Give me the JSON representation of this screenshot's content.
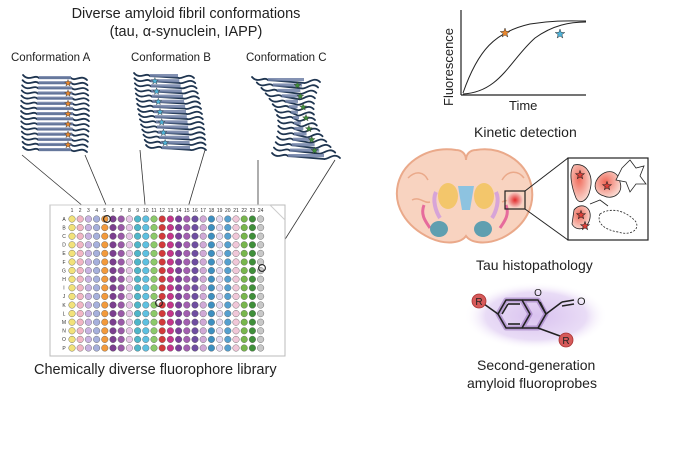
{
  "title": "Diverse amyloid fibril conformations",
  "subtitle": "(tau, α-synuclein, IAPP)",
  "conformations": [
    {
      "label": "Conformation A",
      "color": "#e8872e"
    },
    {
      "label": "Conformation B",
      "color": "#4fb3d9"
    },
    {
      "label": "Conformation C",
      "color": "#3f8f3a"
    }
  ],
  "plate": {
    "label": "Chemically diverse fluorophore library",
    "rows": [
      "A",
      "B",
      "C",
      "D",
      "E",
      "F",
      "G",
      "H",
      "I",
      "J",
      "K",
      "L",
      "M",
      "N",
      "O",
      "P"
    ],
    "columns": [
      "1",
      "2",
      "3",
      "4",
      "5",
      "6",
      "7",
      "8",
      "9",
      "10",
      "11",
      "12",
      "13",
      "14",
      "15",
      "16",
      "17",
      "18",
      "19",
      "20",
      "21",
      "22",
      "23",
      "24"
    ],
    "column_colors": [
      "#f2e27a",
      "#f1b6c6",
      "#c9b3e2",
      "#a6b0dc",
      "#f29a3c",
      "#7b3f8f",
      "#9a5aa8",
      "#e7c6e6",
      "#4fb6c9",
      "#5ec0e0",
      "#8cc96a",
      "#d23a3a",
      "#c4348a",
      "#7b3e9b",
      "#a25fb0",
      "#6e4ea0",
      "#d0a9d6",
      "#3d8fc0",
      "#e6d9f0",
      "#56a0cf",
      "#f0c7d8",
      "#78b64d",
      "#3f8f3a",
      "#c8c8c8"
    ]
  },
  "kinetics": {
    "label": "Kinetic detection",
    "ylabel": "Fluorescence",
    "xlabel": "Time",
    "star_colors": [
      "#e8872e",
      "#4fb3d9"
    ]
  },
  "histology": {
    "label": "Tau histopathology",
    "star_color": "#e0413a"
  },
  "probe": {
    "label_line1": "Second-generation",
    "label_line2": "amyloid fluoroprobes",
    "substituent": "R",
    "carbonyl": "O",
    "ring_oxygen": "O",
    "glow_color": "#8f4fc0",
    "r_color": "#d65a5a"
  }
}
